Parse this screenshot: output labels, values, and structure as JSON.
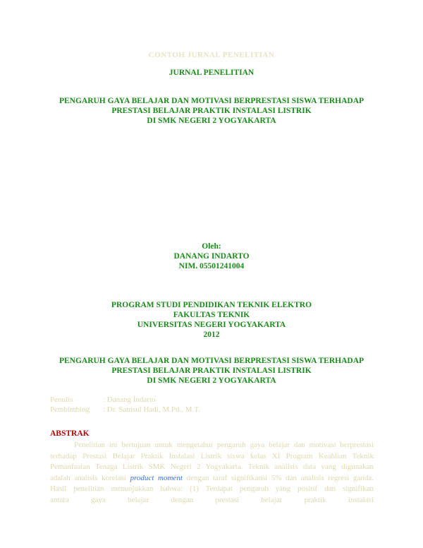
{
  "watermark": "CONTOH JURNAL PENELITIAN",
  "journal_label": "JURNAL PENELITIAN",
  "title": {
    "line1": "PENGARUH GAYA BELAJAR DAN MOTIVASI BERPRESTASI SISWA TERHADAP",
    "line2": "PRESTASI BELAJAR PRAKTIK INSTALASI LISTRIK",
    "line3": "DI SMK NEGERI 2 YOGYAKARTA"
  },
  "author_block": {
    "by": "Oleh:",
    "name": "DANANG INDARTO",
    "nim": "NIM. 05501241004"
  },
  "institution": {
    "program": "PROGRAM STUDI PENDIDIKAN TEKNIK ELEKTRO",
    "faculty": "FAKULTAS TEKNIK",
    "university": "UNIVERSITAS NEGERI YOGYAKARTA",
    "year": "2012"
  },
  "title_repeat": {
    "line1": "PENGARUH GAYA BELAJAR DAN MOTIVASI BERPRESTASI SISWA TERHADAP",
    "line2": "PRESTASI BELAJAR PRAKTIK INSTALASI LISTRIK",
    "line3": "DI SMK NEGERI 2 YOGYAKARTA"
  },
  "meta": {
    "writer_label": "Penulis",
    "writer_value": ": Danang Indarto",
    "advisor_label": "Pembimbing",
    "advisor_value": ": Dr. Samsul Hadi, M.Pd., M.T."
  },
  "abstract": {
    "heading": "ABSTRAK",
    "line1": "Penelitian ini bertujuan untuk mengetahui pengaruh gaya belajar dan motivasi berprestasi",
    "line2": "terhadap Prestasi Belajar Praktik Instalasi Listrik siswa kelas XI Program Keahlian Teknik",
    "line3": "Pemanfaatan Tenaga Listrik SMK Negeri 2 Yogyakarta. Teknik analisis data yang digunakan",
    "line4_a": "adalah analisis korelasi",
    "line4_em": "product moment",
    "line4_b": "dengan taraf signifikansi 5% dan analisis regresi ganda.",
    "line5": "Hasil penelitian menunjukkan bahwa: (1) Terdapat pengaruh yang positif dan signifikan",
    "line6": "antara gaya belajar dengan prestasi belajar praktik instalasi"
  }
}
